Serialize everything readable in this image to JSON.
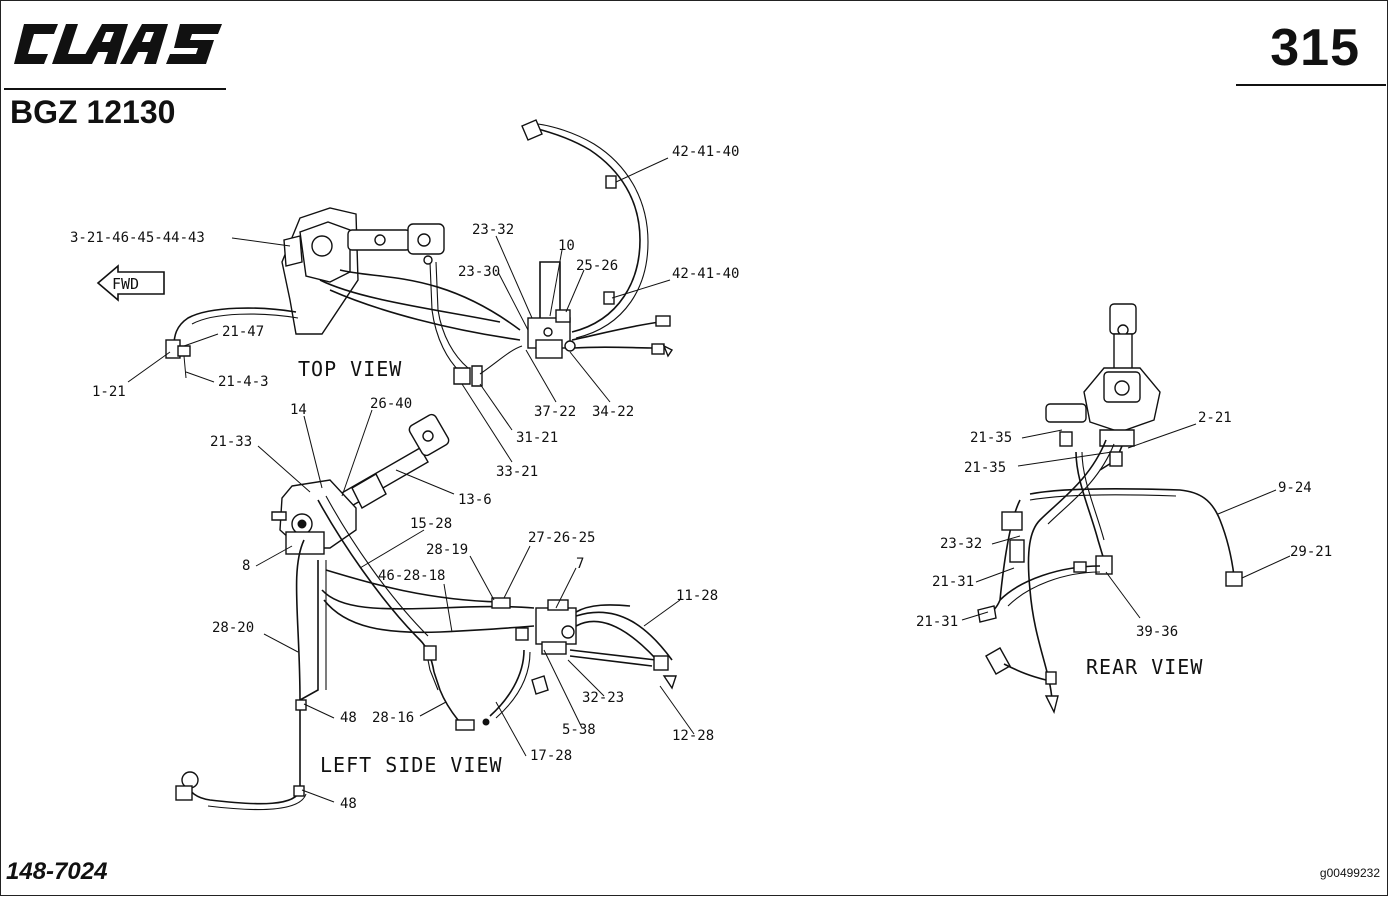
{
  "header": {
    "brand": "CLAAS",
    "page_number": "315",
    "model_code": "BGZ 12130"
  },
  "footer": {
    "diagram_code": "148-7024",
    "image_id": "g00499232"
  },
  "views": {
    "top": "TOP VIEW",
    "left_side": "LEFT SIDE VIEW",
    "rear": "REAR VIEW"
  },
  "fwd_label": "FWD",
  "callouts": {
    "top_view": [
      "42-41-40",
      "3-21-46-45-44-43",
      "23-32",
      "10",
      "25-26",
      "23-30",
      "42-41-40",
      "21-47",
      "1-21",
      "21-4-3",
      "37-22",
      "34-22",
      "31-21",
      "33-21"
    ],
    "left_side_view": [
      "14",
      "26-40",
      "21-33",
      "13-6",
      "15-28",
      "28-19",
      "27-26-25",
      "8",
      "46-28-18",
      "7",
      "11-28",
      "28-20",
      "32-23",
      "5-38",
      "48",
      "28-16",
      "12-28",
      "17-28",
      "48"
    ],
    "rear_view": [
      "21-35",
      "2-21",
      "21-35",
      "9-24",
      "23-32",
      "29-21",
      "21-31",
      "21-31",
      "39-36"
    ]
  }
}
